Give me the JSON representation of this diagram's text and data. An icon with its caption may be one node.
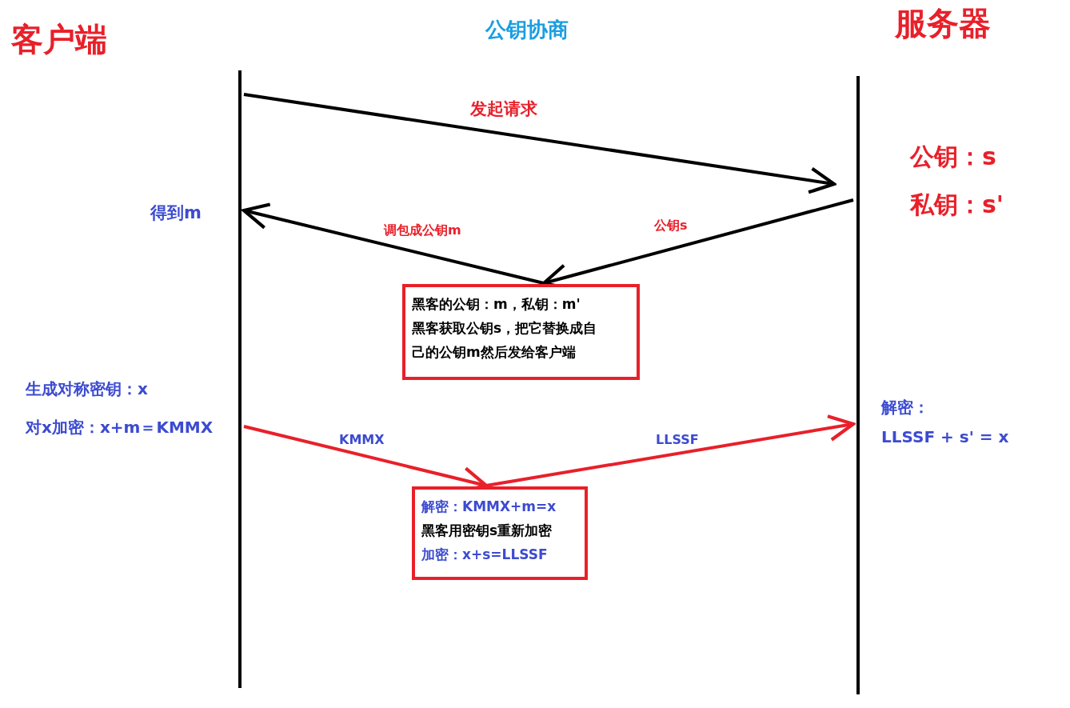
{
  "diagram": {
    "title": "公钥协商",
    "nodes": [
      {
        "text": [
          "客户端"
        ]
      },
      {
        "text": [
          "服务器"
        ]
      },
      {
        "text": [
          "黑客的公钥：m，私钥：m'",
          "黑客获取公钥s，把它替换成自己的公钥m然后发给客户端"
        ]
      },
      {
        "text": [
          "解密：KMMX+m=x",
          "黑客用密钥s重新加密",
          "加密：x+s=LLSSF"
        ]
      }
    ],
    "edges": [
      {
        "from": 0,
        "to": 1,
        "arrow": "to",
        "label": "发起请求"
      },
      {
        "from": 1,
        "to": 2,
        "arrow": "to",
        "label": "公钥s"
      },
      {
        "from": 2,
        "to": 0,
        "arrow": "to",
        "label": "调包成公钥m"
      },
      {
        "from": 0,
        "to": 3,
        "arrow": "to",
        "label": "KMMX",
        "color": "#e8202a"
      },
      {
        "from": 3,
        "to": 1,
        "arrow": "to",
        "label": "LLSSF",
        "color": "#e8202a"
      }
    ],
    "labels": [
      "得到m",
      "公钥：s",
      "私钥：s'",
      "生成对称密钥：x",
      "对x加密：x+m＝KMMX",
      "解密：",
      "LLSSF + s' = x"
    ]
  }
}
